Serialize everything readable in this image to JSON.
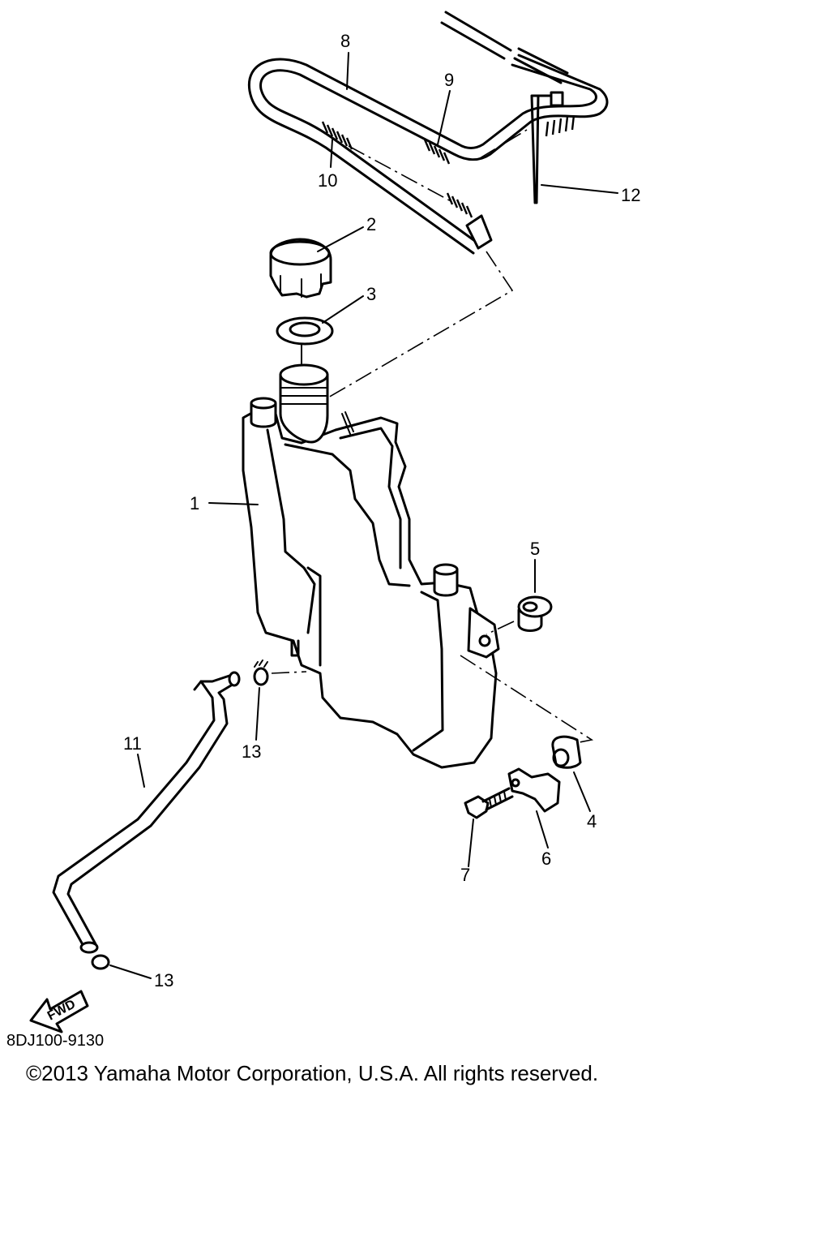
{
  "diagram": {
    "callouts": [
      "1",
      "2",
      "3",
      "4",
      "5",
      "6",
      "7",
      "8",
      "9",
      "10",
      "11",
      "12",
      "13",
      "13"
    ],
    "fwd_label": "FWD",
    "code": "8DJ100-9130",
    "copyright": "©2013 Yamaha Motor Corporation, U.S.A. All rights reserved."
  }
}
